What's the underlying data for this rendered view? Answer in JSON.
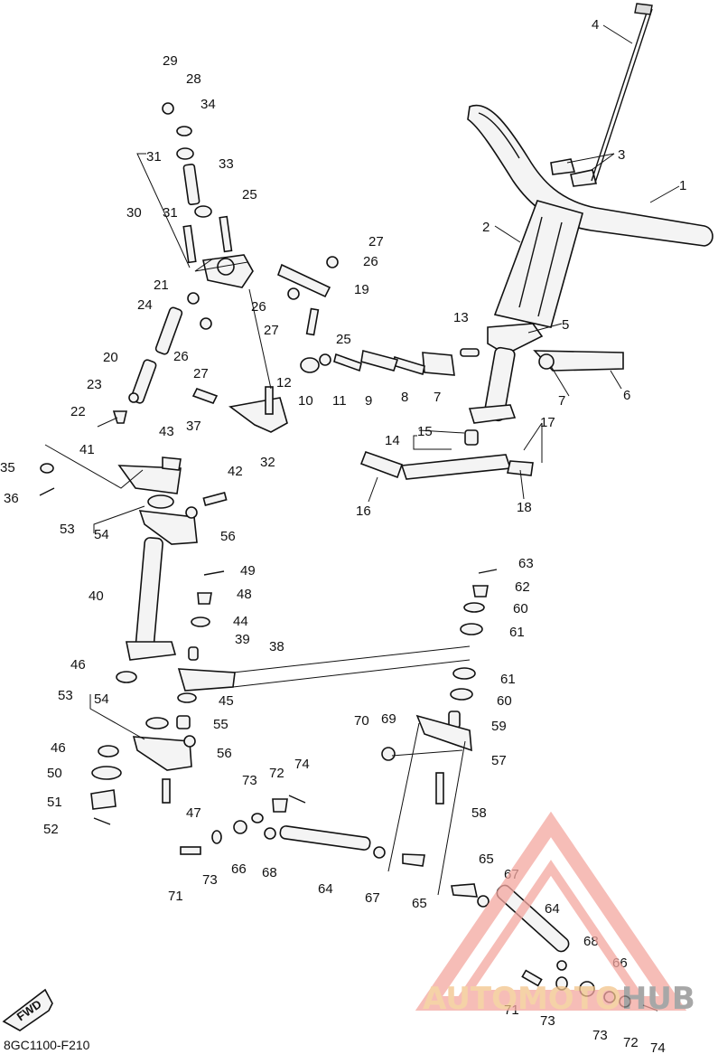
{
  "diagram": {
    "code": "8GC1100-F210",
    "fwd_label": "FWD"
  },
  "watermark": {
    "word_1": "AUTOMOTO",
    "word_2": "HUB",
    "color_1": "#f4a7a0",
    "color_2": "#f2c48a",
    "color_3": "#8a8a8a"
  },
  "callouts": [
    "1",
    "2",
    "3",
    "4",
    "5",
    "6",
    "7",
    "8",
    "9",
    "10",
    "11",
    "12",
    "13",
    "14",
    "15",
    "16",
    "17",
    "18",
    "19",
    "20",
    "21",
    "22",
    "23",
    "24",
    "25",
    "26",
    "27",
    "28",
    "29",
    "30",
    "31",
    "32",
    "33",
    "34",
    "35",
    "36",
    "37",
    "38",
    "39",
    "40",
    "41",
    "42",
    "43",
    "44",
    "45",
    "46",
    "47",
    "48",
    "49",
    "50",
    "51",
    "52",
    "53",
    "54",
    "55",
    "56",
    "57",
    "58",
    "59",
    "60",
    "61",
    "62",
    "63",
    "64",
    "65",
    "66",
    "67",
    "68",
    "69",
    "70",
    "71",
    "72",
    "73",
    "74"
  ]
}
